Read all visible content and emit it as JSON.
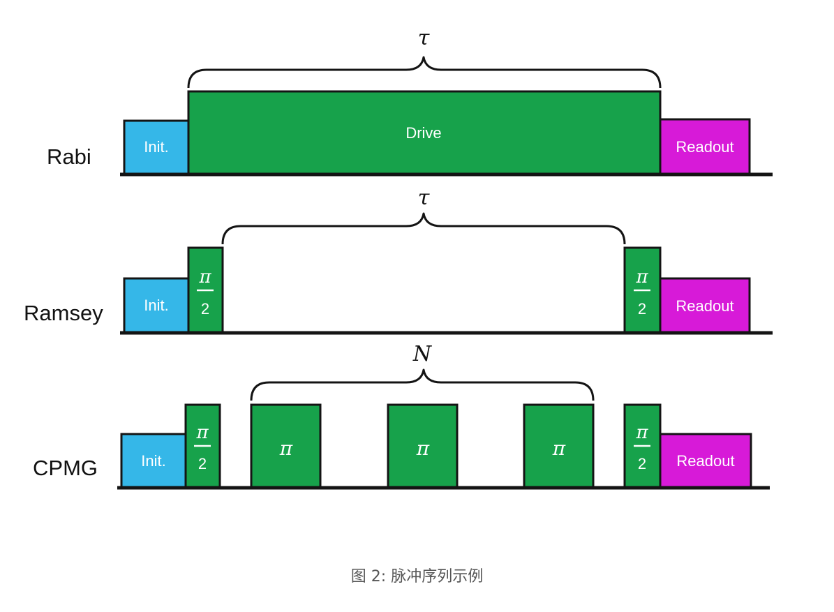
{
  "colors": {
    "init": "#35b7e8",
    "drive": "#17a24b",
    "readout": "#d71ad8",
    "stroke": "#141414",
    "caption": "#555555"
  },
  "rows": [
    {
      "label": "Rabi",
      "brace_label": "τ",
      "pulses": [
        {
          "kind": "init",
          "text": "Init."
        },
        {
          "kind": "drive",
          "text": "Drive"
        },
        {
          "kind": "readout",
          "text": "Readout"
        }
      ]
    },
    {
      "label": "Ramsey",
      "brace_label": "τ",
      "pulses": [
        {
          "kind": "init",
          "text": "Init."
        },
        {
          "kind": "half-pi",
          "num": "π",
          "den": "2"
        },
        {
          "kind": "half-pi",
          "num": "π",
          "den": "2"
        },
        {
          "kind": "readout",
          "text": "Readout"
        }
      ]
    },
    {
      "label": "CPMG",
      "brace_label": "N",
      "pulses": [
        {
          "kind": "init",
          "text": "Init."
        },
        {
          "kind": "half-pi",
          "num": "π",
          "den": "2"
        },
        {
          "kind": "pi",
          "text": "π"
        },
        {
          "kind": "pi",
          "text": "π"
        },
        {
          "kind": "pi",
          "text": "π"
        },
        {
          "kind": "half-pi",
          "num": "π",
          "den": "2"
        },
        {
          "kind": "readout",
          "text": "Readout"
        }
      ]
    }
  ],
  "caption": "图 2: 脉冲序列示例"
}
